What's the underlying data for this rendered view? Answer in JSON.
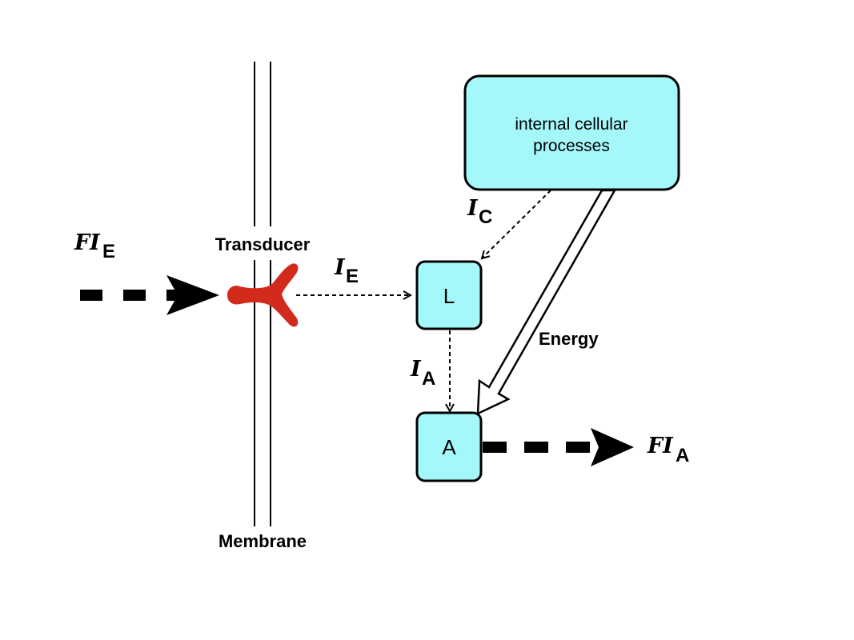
{
  "labels": {
    "transducer": "Transducer",
    "membrane": "Membrane",
    "energy": "Energy"
  },
  "boxes": {
    "internal": {
      "line1": "internal cellular",
      "line2": "processes"
    },
    "L": "L",
    "A": "A"
  },
  "symbols": {
    "fi_e": {
      "main": "FI",
      "sub": "E"
    },
    "fi_a": {
      "main": "FI",
      "sub": "A"
    },
    "i_e": {
      "main": "I",
      "sub": "E"
    },
    "i_c": {
      "main": "I",
      "sub": "C"
    },
    "i_a": {
      "main": "I",
      "sub": "A"
    }
  },
  "colors": {
    "box_fill": "#a5f8f9",
    "transducer": "#d22b1b",
    "stroke": "#000000"
  }
}
